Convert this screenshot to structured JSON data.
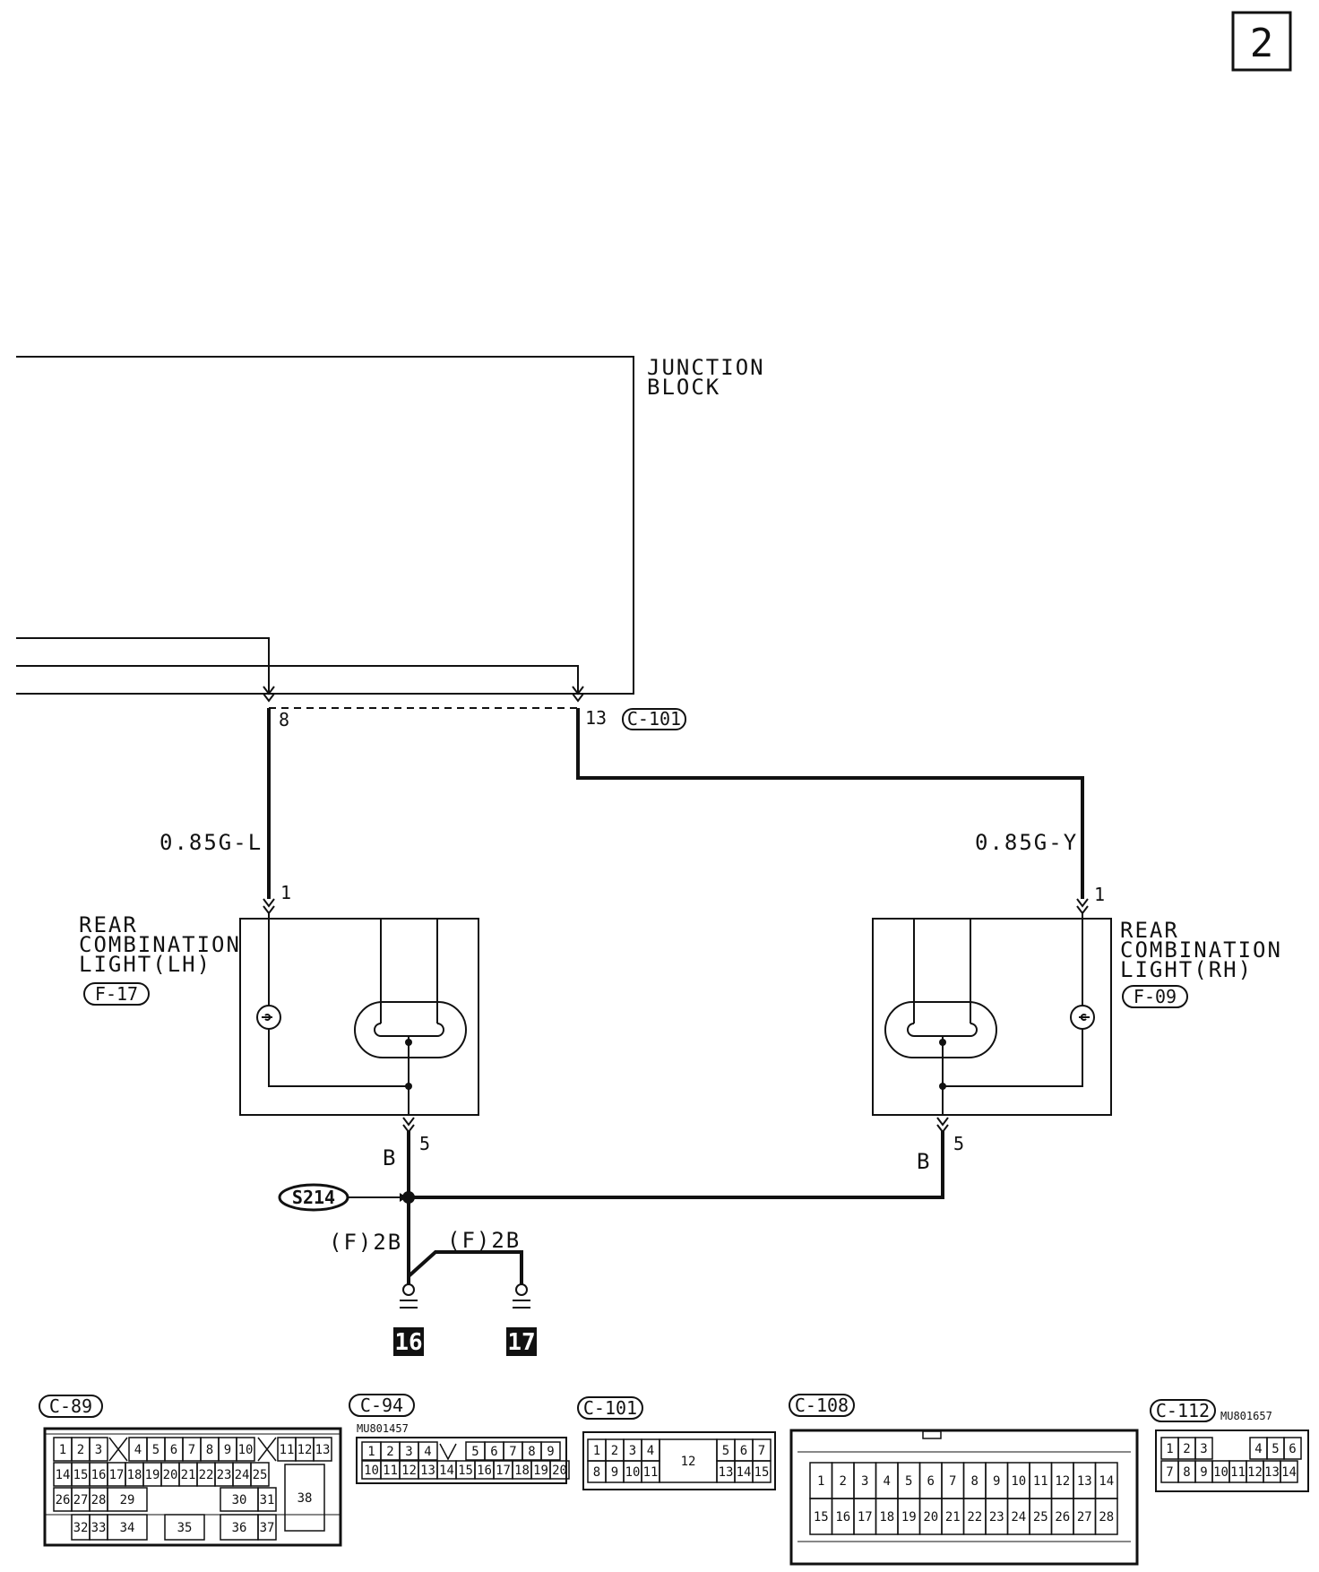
{
  "page_number": "2",
  "junction_block": {
    "line1": "JUNCTION",
    "line2": "BLOCK",
    "connector": "C-101",
    "pin_a": "8",
    "pin_b": "13"
  },
  "wires": {
    "lh": "0.85G-L",
    "rh": "0.85G-Y",
    "ground_lh": "B",
    "ground_rh": "B",
    "ground_a": "(F)2B",
    "ground_b": "(F)2B"
  },
  "lh_light": {
    "line1": "REAR",
    "line2": "COMBINATION",
    "line3": "LIGHT(LH)",
    "connector": "F-17",
    "pin_in": "1",
    "pin_out": "5"
  },
  "rh_light": {
    "line1": "REAR",
    "line2": "COMBINATION",
    "line3": "LIGHT(RH)",
    "connector": "F-09",
    "pin_in": "1",
    "pin_out": "5"
  },
  "splice": "S214",
  "grounds": [
    "16",
    "17"
  ],
  "connectors": {
    "c89": {
      "label": "C-89",
      "row1": [
        "1",
        "2",
        "3",
        "4",
        "5",
        "6",
        "7",
        "8",
        "9",
        "10",
        "11",
        "12",
        "13"
      ],
      "row2": [
        "14",
        "15",
        "16",
        "17",
        "18",
        "19",
        "20",
        "21",
        "22",
        "23",
        "24",
        "25"
      ],
      "row3": [
        "26",
        "27",
        "28",
        "29",
        "30",
        "31",
        "38"
      ],
      "row4": [
        "32",
        "33",
        "34",
        "35",
        "36",
        "37"
      ]
    },
    "c94": {
      "label": "C-94",
      "part": "MU801457",
      "row1": [
        "1",
        "2",
        "3",
        "4",
        "5",
        "6",
        "7",
        "8",
        "9"
      ],
      "row2": [
        "10",
        "11",
        "12",
        "13",
        "14",
        "15",
        "16",
        "17",
        "18",
        "19",
        "20"
      ]
    },
    "c101": {
      "label": "C-101",
      "row1": [
        "1",
        "2",
        "3",
        "4",
        "5",
        "6",
        "7"
      ],
      "row2": [
        "8",
        "9",
        "10",
        "11",
        "13",
        "14",
        "15"
      ],
      "center": "12"
    },
    "c108": {
      "label": "C-108",
      "row1": [
        "1",
        "2",
        "3",
        "4",
        "5",
        "6",
        "7",
        "8",
        "9",
        "10",
        "11",
        "12",
        "13",
        "14"
      ],
      "row2": [
        "15",
        "16",
        "17",
        "18",
        "19",
        "20",
        "21",
        "22",
        "23",
        "24",
        "25",
        "26",
        "27",
        "28"
      ]
    },
    "c112": {
      "label": "C-112",
      "part": "MU801657",
      "row1": [
        "1",
        "2",
        "3",
        "4",
        "5",
        "6"
      ],
      "row2": [
        "7",
        "8",
        "9",
        "10",
        "11",
        "12",
        "13",
        "14"
      ]
    }
  },
  "colors": {
    "line": "#111111",
    "background": "#ffffff"
  }
}
